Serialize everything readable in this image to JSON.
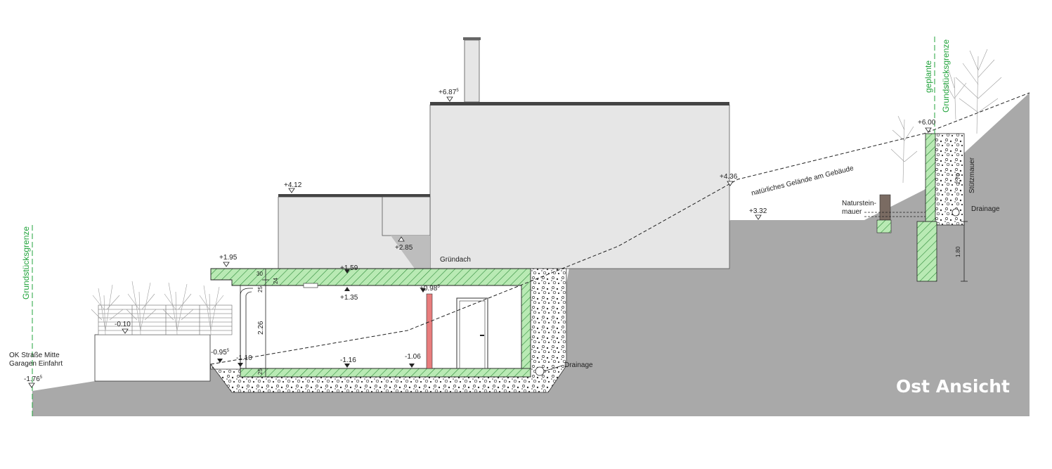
{
  "title": "Ost Ansicht",
  "property_line_left": "Grundstücksgrenze",
  "property_line_right_1": "geplante",
  "property_line_right_2": "Grundstücksgrenze",
  "street_label_1": "OK Straße Mitte",
  "street_label_2": "Garagen Einfahrt",
  "terrain_label": "natürliches Gelände am Gebäude",
  "green_roof": "Gründach",
  "drainage": "Drainage",
  "stone_wall_1": "Naturstein-",
  "stone_wall_2": "mauer",
  "retaining_wall": "Stützmauer",
  "levels": {
    "l_687": "+6.87",
    "l_687_sup": "5",
    "l_412": "+4.12",
    "l_436": "+4.36",
    "l_332": "+3.32",
    "l_600": "+6.00",
    "l_285": "+2.85",
    "l_195": "+1.95",
    "l_159": "+1.59",
    "l_135": "+1.35",
    "l_098": "+0.98",
    "l_098_sup": "5",
    "l_m010": "-0.10",
    "l_m095": "-0.95",
    "l_m095_sup": "5",
    "l_m110": "-1.10",
    "l_m116": "-1.16",
    "l_m106": "-1.06",
    "l_m176": "-1.76",
    "l_m176_sup": "5"
  },
  "dims": {
    "d30": "30",
    "d25a": "25",
    "d24": "24",
    "d226": "2.26",
    "d25b": "25",
    "d180": "1.80",
    "d270": "2.70"
  },
  "colors": {
    "ground": "#a9a9a9",
    "facade": "#e6e6e6",
    "insulation_green": "#b9eab4",
    "roof_dark": "#444444",
    "property_line": "#21a33b",
    "wall_red": "#e87d7d",
    "gravel": "#ffffff"
  }
}
